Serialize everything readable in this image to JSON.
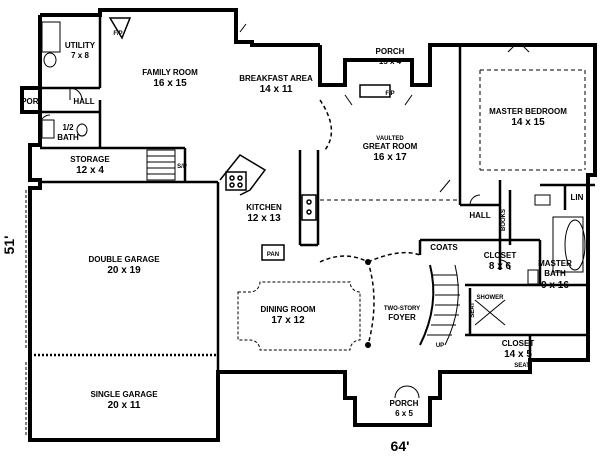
{
  "plan": {
    "dims": {
      "width": "64'",
      "depth": "51'"
    },
    "rooms": {
      "utility": {
        "name": "UTILITY",
        "size": "7 x 8"
      },
      "family": {
        "name": "FAMILY ROOM",
        "size": "16 x 15"
      },
      "breakfast": {
        "name": "BREAKFAST AREA",
        "size": "14 x 11"
      },
      "porch_top": {
        "name": "PORCH",
        "size": "15 x 4"
      },
      "master_bed": {
        "name": "MASTER BEDROOM",
        "size": "14 x 15"
      },
      "por": {
        "name": "POR."
      },
      "hall_left": {
        "name": "HALL"
      },
      "half_bath": {
        "name": "1/2",
        "name2": "BATH"
      },
      "storage": {
        "name": "STORAGE",
        "size": "12 x 4"
      },
      "vaulted": {
        "name": "VAULTED"
      },
      "great": {
        "name": "GREAT ROOM",
        "size": "16 x 17"
      },
      "kitchen": {
        "name": "KITCHEN",
        "size": "12 x 13"
      },
      "pan": {
        "name": "PAN"
      },
      "hall_right": {
        "name": "HALL"
      },
      "books": {
        "name": "BOOKS"
      },
      "lin": {
        "name": "LIN"
      },
      "coats": {
        "name": "COATS"
      },
      "closet1": {
        "name": "CLOSET",
        "size": "8 x 6"
      },
      "master_bath": {
        "name": "MASTER",
        "name2": "BATH",
        "size": "9 x 16"
      },
      "double_garage": {
        "name": "DOUBLE GARAGE",
        "size": "20 x 19"
      },
      "dining": {
        "name": "DINING ROOM",
        "size": "17 x 12"
      },
      "two_story": {
        "name": "TWO-STORY"
      },
      "foyer": {
        "name": "FOYER"
      },
      "shower": {
        "name": "SHOWER"
      },
      "seat_vert": {
        "name": "SEAT"
      },
      "closet2": {
        "name": "CLOSET",
        "size": "14 x 5"
      },
      "seat_horiz": {
        "name": "SEAT"
      },
      "single_garage": {
        "name": "SINGLE GARAGE",
        "size": "20 x 11"
      },
      "porch_bottom": {
        "name": "PORCH",
        "size": "6 x 5"
      }
    },
    "marks": {
      "fp_family": "F/P",
      "fp_great": "F/P",
      "up": "UP",
      "sp": "S/P"
    }
  }
}
